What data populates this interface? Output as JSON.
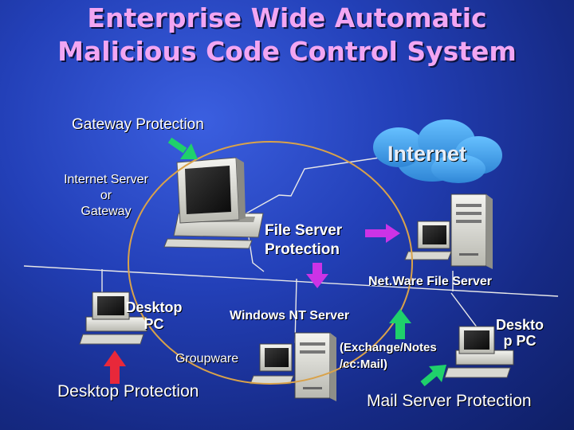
{
  "title": {
    "line1": "Enterprise Wide Automatic",
    "line2": "Malicious Code Control System"
  },
  "labels": {
    "gateway_protection": "Gateway Protection",
    "internet": "Internet",
    "internet_server_line1": "Internet Server",
    "internet_server_line2": "or",
    "internet_server_line3": "Gateway",
    "file_server_protection_line1": "File Server",
    "file_server_protection_line2": "Protection",
    "netware_file_server": "Net.Ware File Server",
    "desktop_pc_left_line1": "Desktop",
    "desktop_pc_left_line2": "PC",
    "windows_nt_server": "Windows NT Server",
    "groupware": "Groupware",
    "exchange_line1": "(Exchange/Notes",
    "exchange_line2": "/cc:Mail)",
    "desktop_pc_right_line1": "Deskto",
    "desktop_pc_right_line2": "p PC",
    "desktop_protection": "Desktop Protection",
    "mail_server_protection": "Mail Server Protection"
  },
  "colors": {
    "title": "#f2a6f2",
    "ellipse": "#d9a24a",
    "arrow_green": "#1fd16b",
    "arrow_purple": "#cc33e6",
    "arrow_red": "#e8283a",
    "cloud": "#4aa6e8",
    "network_line": "#e8e8e8"
  },
  "icons": [
    "computer-monitor-icon",
    "tower-server-icon",
    "desktop-pc-icon",
    "cloud-icon",
    "arrow-icon"
  ]
}
